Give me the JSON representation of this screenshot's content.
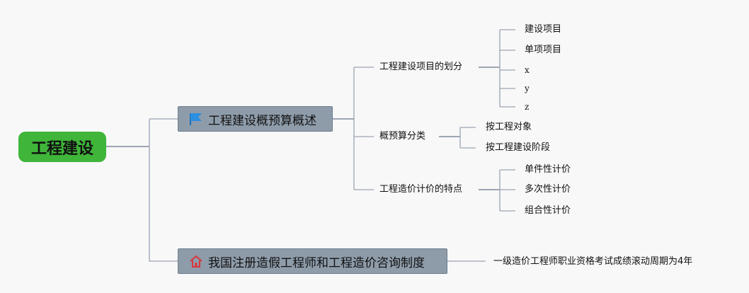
{
  "root": {
    "label": "工程建设"
  },
  "branches": [
    {
      "label": "工程建设概预算概述",
      "icon": "flag-icon",
      "icon_color": "#2c8fe0",
      "children": [
        {
          "label": "工程建设项目的划分",
          "children": [
            "建设项目",
            "单项项目",
            "x",
            "y",
            "z"
          ]
        },
        {
          "label": "概预算分类",
          "children": [
            "按工程对象",
            "按工程建设阶段"
          ]
        },
        {
          "label": "工程造价计价的特点",
          "children": [
            "单件性计价",
            "多次性计价",
            "组合性计价"
          ]
        }
      ]
    },
    {
      "label": "我国注册造假工程师和工程造价咨询制度",
      "icon": "home-icon",
      "icon_color": "#d9363e",
      "note": "一级造价工程师职业资格考试成绩滚动周期为4年"
    }
  ],
  "colors": {
    "root_fill": "#3fb53a",
    "topic_fill": "#8e9caa",
    "connector": "#9aa3b2",
    "background": "#f8f8f9"
  }
}
